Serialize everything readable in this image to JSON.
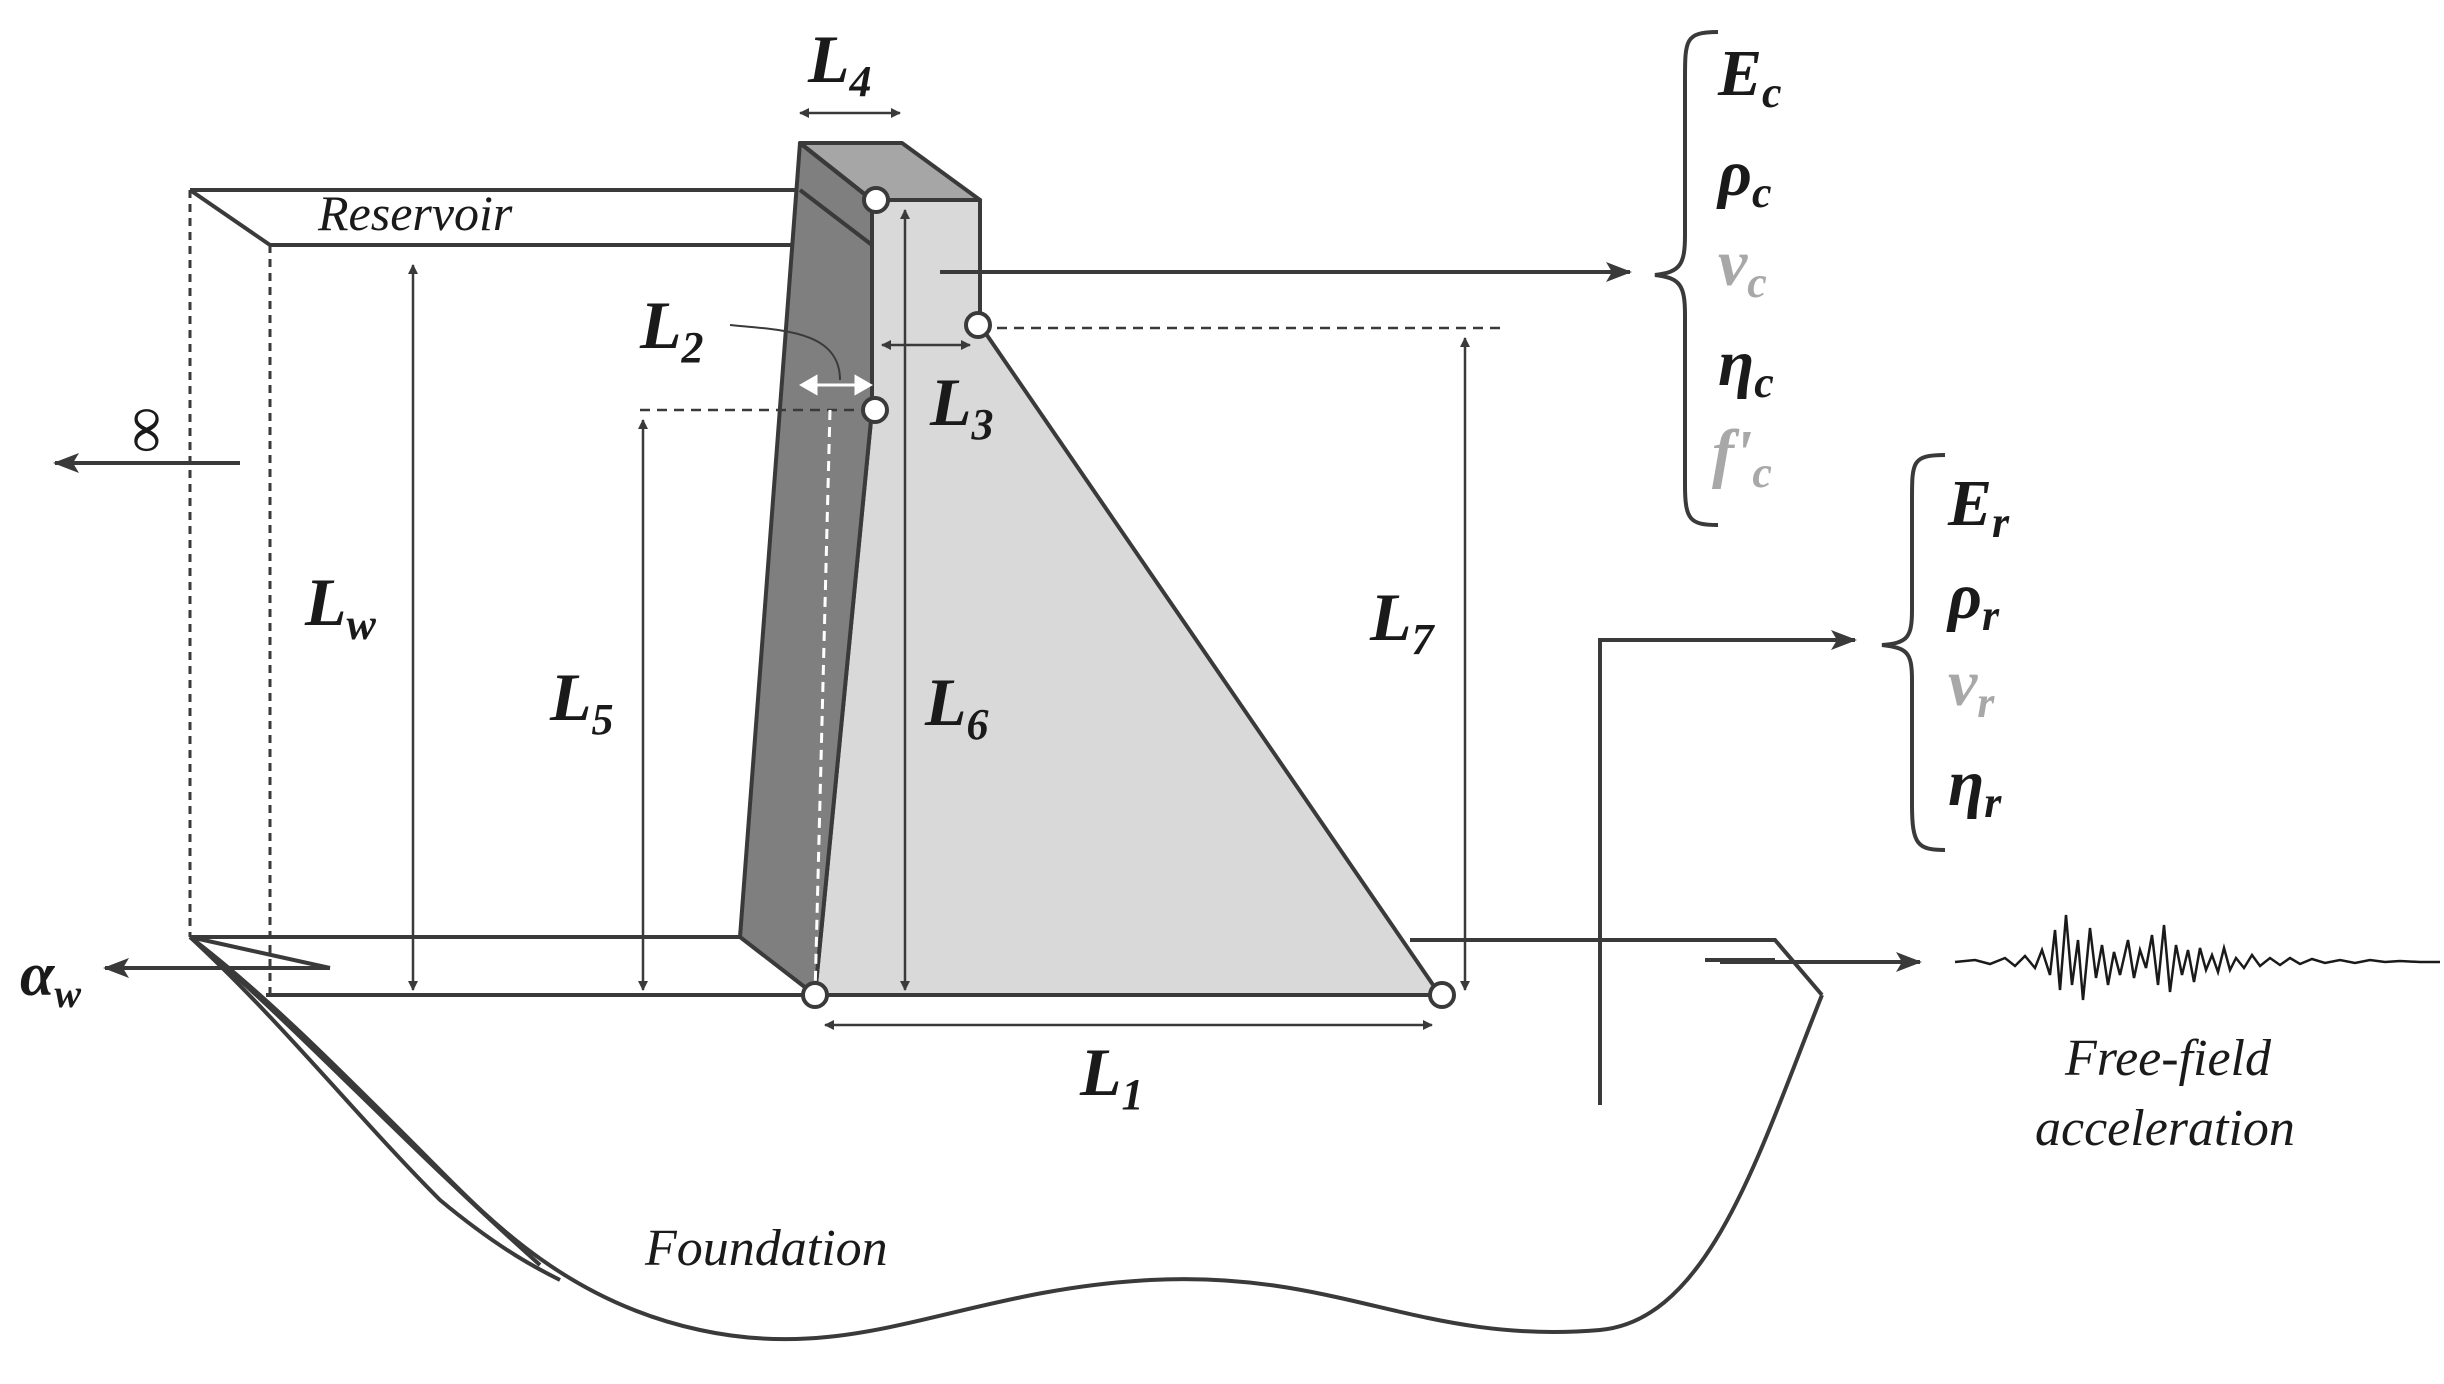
{
  "labels": {
    "reservoir": "Reservoir",
    "foundation": "Foundation",
    "free_field_line1": "Free-field",
    "free_field_line2": "acceleration",
    "infinity": "∞",
    "alpha_w": {
      "base": "α",
      "sub": "w"
    },
    "Lw": {
      "base": "L",
      "sub": "w"
    },
    "L1": {
      "base": "L",
      "sub": "1"
    },
    "L2": {
      "base": "L",
      "sub": "2"
    },
    "L3": {
      "base": "L",
      "sub": "3"
    },
    "L4": {
      "base": "L",
      "sub": "4"
    },
    "L5": {
      "base": "L",
      "sub": "5"
    },
    "L6": {
      "base": "L",
      "sub": "6"
    },
    "L7": {
      "base": "L",
      "sub": "7"
    }
  },
  "concrete_params": [
    {
      "base": "E",
      "sub": "c",
      "highlight": true
    },
    {
      "base": "ρ",
      "sub": "c",
      "highlight": true
    },
    {
      "base": "ν",
      "sub": "c",
      "highlight": false
    },
    {
      "base": "η",
      "sub": "c",
      "highlight": true
    },
    {
      "base": "f'",
      "sub": "c",
      "highlight": false
    }
  ],
  "rock_params": [
    {
      "base": "E",
      "sub": "r",
      "highlight": true
    },
    {
      "base": "ρ",
      "sub": "r",
      "highlight": true
    },
    {
      "base": "ν",
      "sub": "r",
      "highlight": false
    },
    {
      "base": "η",
      "sub": "r",
      "highlight": true
    }
  ],
  "colors": {
    "line": "#3a3a3a",
    "dam_light": "#d9d9d9",
    "dam_dark": "#7f7f7f",
    "dam_mid": "#a6a6a6",
    "param_gray": "#a8a8a8"
  }
}
